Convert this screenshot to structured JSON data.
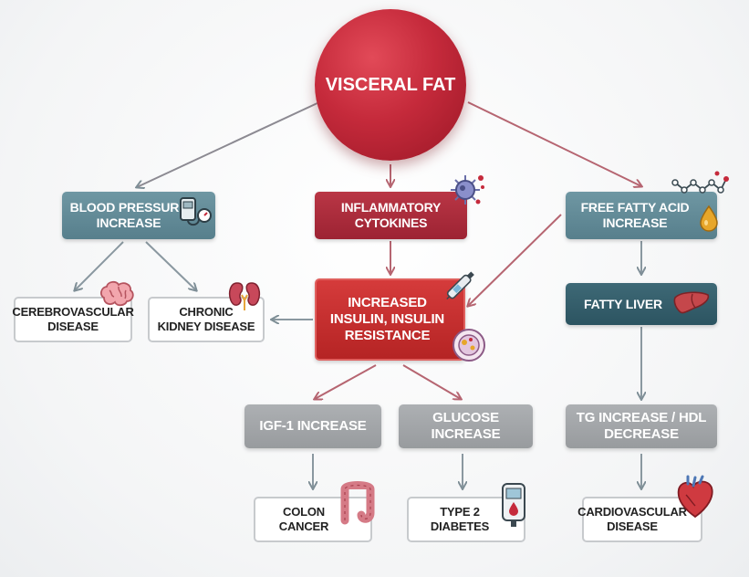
{
  "nodes": {
    "visceral_fat": "VISCERAL FAT",
    "blood_pressure": "BLOOD PRESSURE INCREASE",
    "inflammatory_cytokines": "INFLAMMATORY CYTOKINES",
    "free_fatty_acid": "FREE FATTY ACID INCREASE",
    "cerebrovascular": "CEREBROVASCULAR DISEASE",
    "chronic_kidney": "CHRONIC KIDNEY DISEASE",
    "insulin_resistance": "INCREASED INSULIN, INSULIN RESISTANCE",
    "fatty_liver": "FATTY LIVER",
    "igf1": "IGF-1 INCREASE",
    "glucose": "GLUCOSE INCREASE",
    "tg_hdl": "TG INCREASE / HDL DECREASE",
    "colon_cancer": "COLON CANCER",
    "type2_diabetes": "TYPE 2 DIABETES",
    "cardiovascular": "CARDIOVASCULAR DISEASE"
  },
  "icons": {
    "blood_pressure": "blood-pressure-monitor-icon",
    "cytokines": "virus-cell-icon",
    "fatty_acid": "molecule-chain-icon",
    "oil_drop": "oil-drop-icon",
    "brain": "brain-icon",
    "kidney": "kidneys-icon",
    "insulin_pen": "insulin-pen-icon",
    "fat_cell": "fat-cell-icon",
    "liver": "liver-icon",
    "colon": "colon-icon",
    "glucometer": "glucometer-icon",
    "heart": "heart-icon"
  },
  "colors": {
    "arrow": "#7e8e96",
    "visceral_fat": "#c52a3b",
    "teal": "#577f8c",
    "dark_teal": "#2c5461",
    "crimson": "#9d2333",
    "red": "#c52a2a",
    "gray": "#989b9e"
  }
}
